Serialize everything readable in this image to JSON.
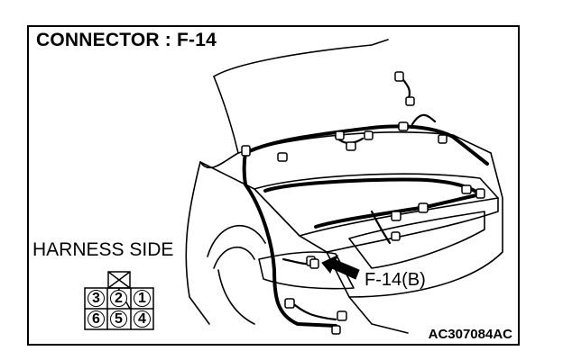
{
  "figure": {
    "title": "CONNECTOR : F-14",
    "harness_side_label": "HARNESS SIDE",
    "callout_label": "F-14(B)",
    "figure_code": "AC307084AC"
  },
  "connector": {
    "pins_top": [
      "3",
      "2",
      "1"
    ],
    "pins_bottom": [
      "6",
      "5",
      "4"
    ]
  }
}
